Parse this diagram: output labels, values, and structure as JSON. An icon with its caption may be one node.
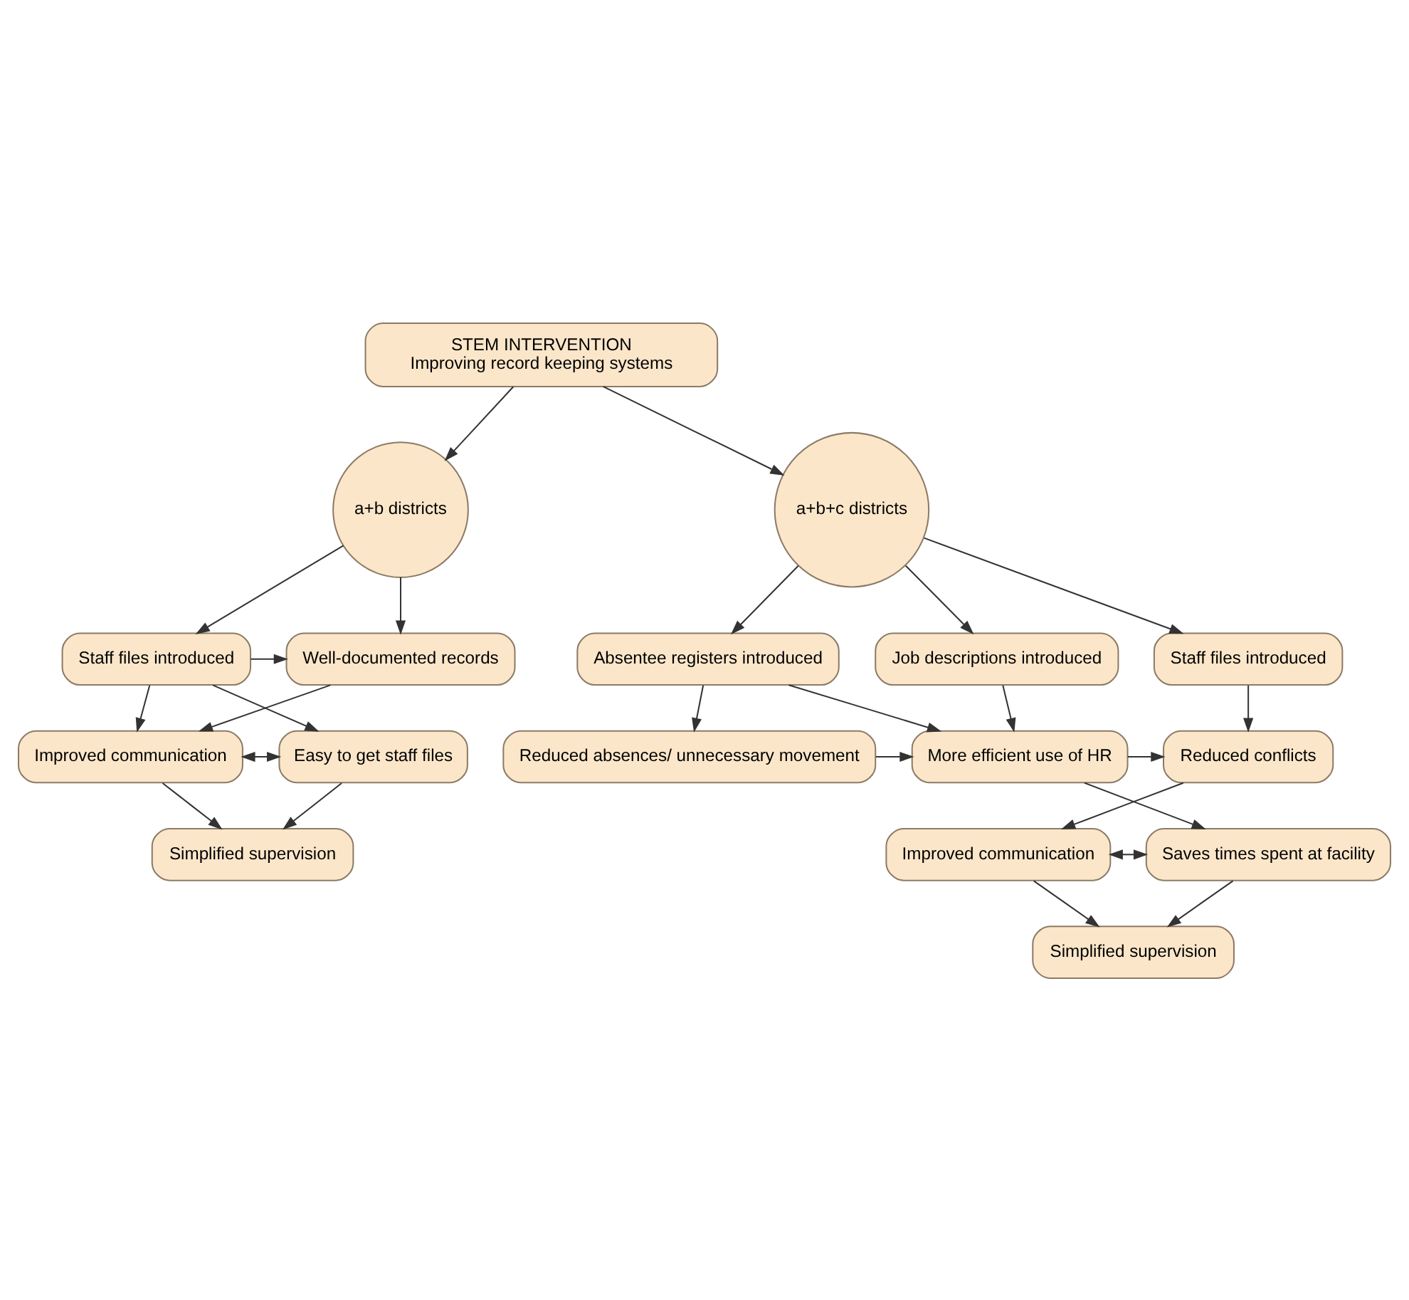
{
  "diagram": {
    "nodes": [
      {
        "text": [
          "STEM INTERVENTION",
          "Improving record keeping systems"
        ]
      },
      {
        "text": [
          "a+b districts"
        ]
      },
      {
        "text": [
          "a+b+c districts"
        ]
      },
      {
        "text": [
          "Well-documented records"
        ]
      },
      {
        "text": [
          "Staff files introduced"
        ]
      },
      {
        "text": [
          "Improved communication"
        ]
      },
      {
        "text": [
          "Easy to get staff files"
        ]
      },
      {
        "text": [
          "Simplified supervision"
        ]
      },
      {
        "text": [
          "Staff files introduced"
        ]
      },
      {
        "text": [
          "Job descriptions introduced"
        ]
      },
      {
        "text": [
          "Absentee registers introduced"
        ]
      },
      {
        "text": [
          "Reduced conflicts"
        ]
      },
      {
        "text": [
          "More efficient use of HR"
        ]
      },
      {
        "text": [
          "Reduced absences/ unnecessary movement"
        ]
      },
      {
        "text": [
          "Improved communication"
        ]
      },
      {
        "text": [
          "Saves times spent at facility"
        ]
      },
      {
        "text": [
          "Simplified supervision"
        ]
      }
    ],
    "edges": [
      {
        "from": 0,
        "to": 1,
        "arrow": "to"
      },
      {
        "from": 0,
        "to": 2,
        "arrow": "to"
      },
      {
        "from": 1,
        "to": 3,
        "arrow": "to"
      },
      {
        "from": 1,
        "to": 4,
        "arrow": "to"
      },
      {
        "from": 4,
        "to": 3,
        "arrow": "to"
      },
      {
        "from": 3,
        "to": 5,
        "arrow": "to"
      },
      {
        "from": 4,
        "to": 5,
        "arrow": "to"
      },
      {
        "from": 4,
        "to": 6,
        "arrow": "to"
      },
      {
        "from": 5,
        "to": 6,
        "arrow": "both"
      },
      {
        "from": 5,
        "to": 7,
        "arrow": "to"
      },
      {
        "from": 6,
        "to": 7,
        "arrow": "to"
      },
      {
        "from": 2,
        "to": 8,
        "arrow": "to"
      },
      {
        "from": 2,
        "to": 9,
        "arrow": "to"
      },
      {
        "from": 2,
        "to": 10,
        "arrow": "to"
      },
      {
        "from": 8,
        "to": 11,
        "arrow": "to"
      },
      {
        "from": 9,
        "to": 12,
        "arrow": "to"
      },
      {
        "from": 10,
        "to": 12,
        "arrow": "to"
      },
      {
        "from": 10,
        "to": 13,
        "arrow": "to"
      },
      {
        "from": 13,
        "to": 12,
        "arrow": "to"
      },
      {
        "from": 12,
        "to": 11,
        "arrow": "to"
      },
      {
        "from": 11,
        "to": 14,
        "arrow": "to"
      },
      {
        "from": 12,
        "to": 15,
        "arrow": "to"
      },
      {
        "from": 14,
        "to": 15,
        "arrow": "both"
      },
      {
        "from": 14,
        "to": 16,
        "arrow": "to"
      },
      {
        "from": 15,
        "to": 16,
        "arrow": "to"
      }
    ]
  }
}
